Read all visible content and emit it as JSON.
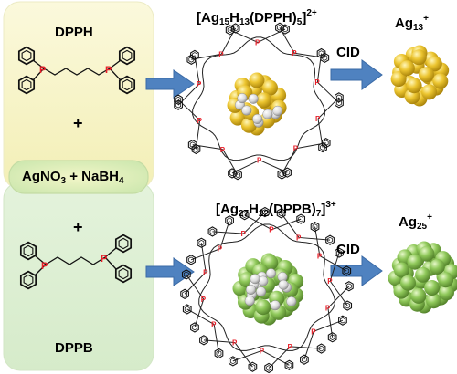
{
  "left_panel": {
    "dpph_label": "DPPH",
    "plus_top": "+",
    "reagents": {
      "agno": "AgNO",
      "no_sub": "3",
      "plus": " + NaBH",
      "bh_sub": "4"
    },
    "plus_bottom": "+",
    "dppb_label": "DPPB"
  },
  "top_cluster": {
    "f_ag": "[Ag",
    "f_ag_n": "15",
    "f_h": "H",
    "f_h_n": "13",
    "f_lig": "(DPPH)",
    "f_lig_n": "5",
    "f_close": "]",
    "f_charge": "2+",
    "cid": "CID",
    "product": "Ag",
    "product_n": "13",
    "product_charge": "+"
  },
  "bottom_cluster": {
    "f_ag": "[Ag",
    "f_ag_n": "27",
    "f_h": "H",
    "f_h_n": "22",
    "f_lig": "(DPPB)",
    "f_lig_n": "7",
    "f_close": "]",
    "f_charge": "3+",
    "cid": "CID",
    "product": "Ag",
    "product_n": "25",
    "product_charge": "+"
  },
  "colors": {
    "yellow_panel": "#f7f3c3",
    "green_panel": "#dcefd1",
    "gold": "#e2bd2c",
    "green": "#8fc85a",
    "arrow": "#4f82c0",
    "phosphorus": "#e8202a"
  }
}
